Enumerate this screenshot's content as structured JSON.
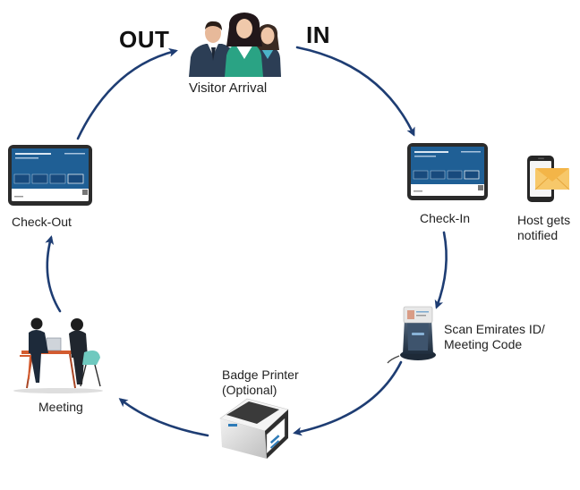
{
  "colors": {
    "arrow": "#1e3d73",
    "tablet_frame": "#2b2b2b",
    "tablet_screen": "#1f5f95",
    "tablet_button": "#184a7d",
    "label": "#222222"
  },
  "direction": {
    "out": "OUT",
    "in": "IN"
  },
  "steps": {
    "visitor_arrival": {
      "label": "Visitor Arrival",
      "icon": "visitors-group-icon"
    },
    "check_in": {
      "label": "Check-In",
      "icon": "kiosk-tablet-icon"
    },
    "host_notified": {
      "line1": "Host gets",
      "line2": "notified",
      "icon": "phone-mail-icon"
    },
    "scan_id": {
      "line1": "Scan Emirates ID/",
      "line2": "Meeting Code",
      "icon": "id-scanner-icon"
    },
    "badge_printer": {
      "line1": "Badge Printer",
      "line2": "(Optional)",
      "icon": "label-printer-icon"
    },
    "meeting": {
      "label": "Meeting",
      "icon": "meeting-table-icon"
    },
    "check_out": {
      "label": "Check-Out",
      "icon": "kiosk-tablet-icon"
    }
  }
}
